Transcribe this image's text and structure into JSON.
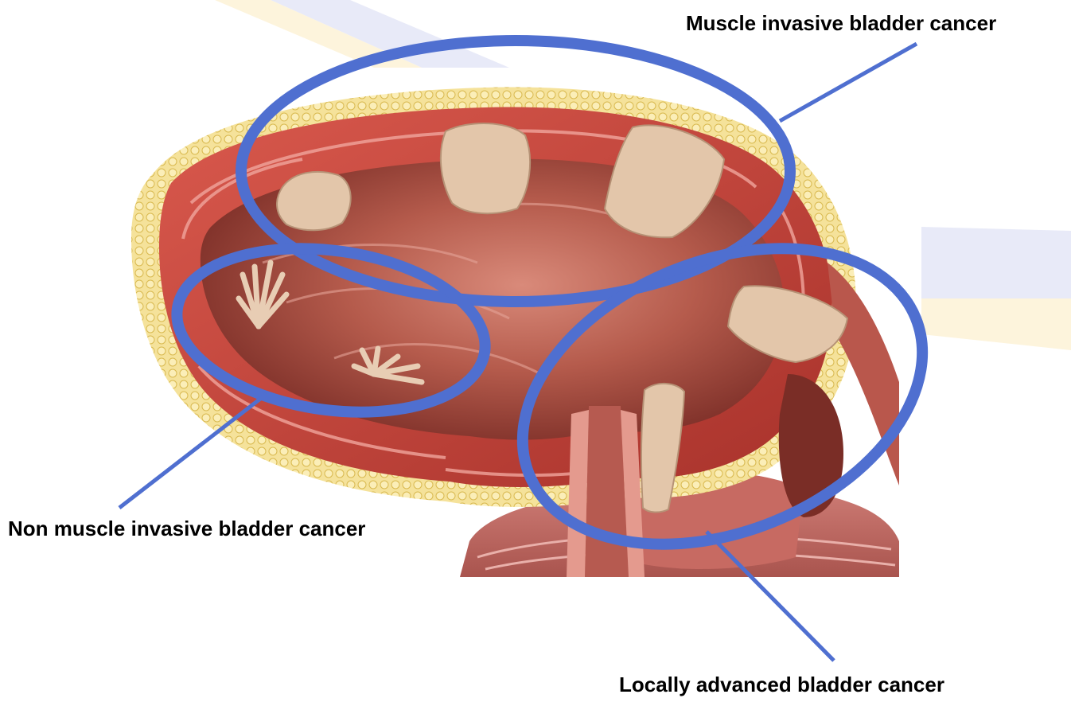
{
  "labels": {
    "muscle_invasive": "Muscle invasive bladder cancer",
    "non_muscle_invasive": "Non muscle invasive bladder cancer",
    "locally_advanced": "Locally advanced bladder cancer"
  },
  "colors": {
    "annotation_blue": "#4f6fd0",
    "background_stripe_blue": "#e8eaf8",
    "background_stripe_yellow": "#fdf4dc",
    "bladder_lumen": "#b8574a",
    "muscle_wall": "#c8463f",
    "fat_layer": "#f3dc8a",
    "tumor": "#e3c6aa"
  },
  "illustration": {
    "subject": "bladder-cross-section",
    "tumor_count": 7
  }
}
